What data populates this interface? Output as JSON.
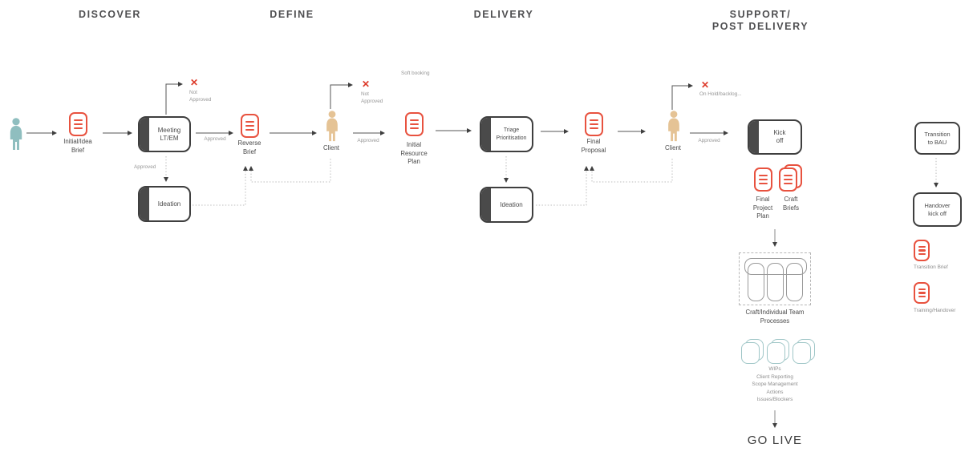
{
  "phases": {
    "discover": "DISCOVER",
    "define": "DEFINE",
    "delivery": "DELIVERY",
    "support_line1": "SUPPORT/",
    "support_line2": "POST DELIVERY"
  },
  "nodes": {
    "initial_idea_brief": {
      "l1": "Initial/Idea",
      "l2": "Brief"
    },
    "meeting": {
      "l1": "Meeting",
      "l2": "LT/EM"
    },
    "reverse_brief": {
      "l1": "Reverse",
      "l2": "Brief"
    },
    "client1": "Client",
    "initial_resource_plan": {
      "l1": "Initial",
      "l2": "Resource",
      "l3": "Plan"
    },
    "triage": {
      "l1": "Triage",
      "l2": "Prioritisation"
    },
    "final_proposal": {
      "l1": "Final",
      "l2": "Proposal"
    },
    "client2": "Client",
    "kick_off": {
      "l1": "Kick",
      "l2": "off"
    },
    "ideation1": "Ideation",
    "ideation2": "Ideation",
    "final_project_plan": {
      "l1": "Final",
      "l2": "Project",
      "l3": "Plan"
    },
    "craft_briefs": {
      "l1": "Craft",
      "l2": "Briefs"
    },
    "craft_processes": {
      "l1": "Craft/Individual Team",
      "l2": "Processes"
    },
    "go_live": "GO LIVE",
    "transition_bau": {
      "l1": "Transition",
      "l2": "to BAU"
    },
    "handover_kick_off": {
      "l1": "Handover",
      "l2": "kick off"
    },
    "transition_brief": "Transition Brief",
    "training_handover": "Training/Handover"
  },
  "annotations": {
    "not_approved_1": {
      "l1": "Not",
      "l2": "Approved"
    },
    "not_approved_2": {
      "l1": "Not",
      "l2": "Approved"
    },
    "on_hold": "On Hold/backlog...",
    "soft_booking": "Soft booking",
    "approved_meeting_reverse": "Approved",
    "approved_meeting_ideation": "Approved",
    "approved_client_irp": "Approved",
    "approved_client_kickoff": "Approved",
    "wip_list": {
      "l1": "WIPs",
      "l2": "Client Reporting",
      "l3": "Scope Management",
      "l4": "Actions",
      "l5": "Issues/Blockers"
    },
    "reject_mark": "✕"
  },
  "icons": {
    "requester": "person-icon",
    "client": "person-icon",
    "brief": "document-icon",
    "craft_briefs": "stacked-documents-icon",
    "wip_cards": "stacked-cards-icon",
    "reject": "x-icon"
  },
  "colors": {
    "accent_red": "#e8523f",
    "reject_red": "#dd3b2b",
    "box_dark": "#3f3f3f",
    "strip_dark": "#4a4a4a",
    "person_teal": "#8fbebf",
    "person_tan": "#e5c395",
    "card_teal": "#9fc6c7",
    "text_gray": "#4a4a4a",
    "annotation_gray": "#979797"
  }
}
